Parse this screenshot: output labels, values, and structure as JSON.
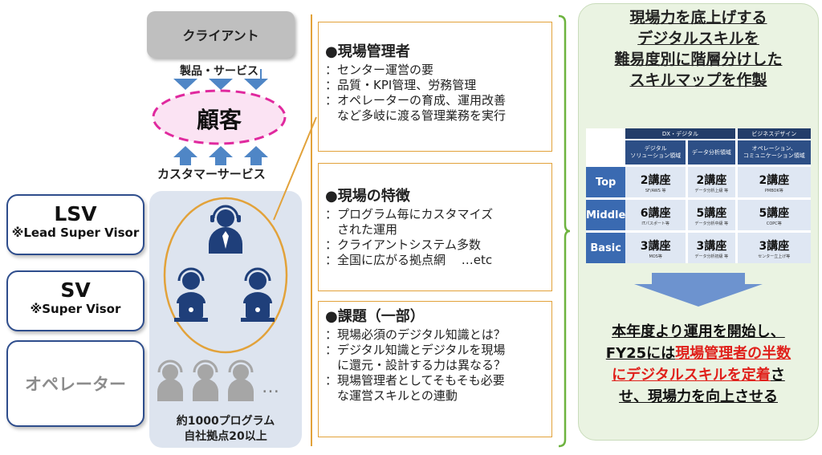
{
  "client": {
    "label": "クライアント"
  },
  "product_label": "製品・サービス",
  "customer_label": "顧客",
  "cs_label": "カスタマーサービス",
  "roles": [
    {
      "main": "LSV",
      "sub": "※Lead Super Visor"
    },
    {
      "main": "SV",
      "sub": "※Super Visor"
    },
    {
      "main": "オペレーター",
      "sub": ""
    }
  ],
  "site_ellipsis": "…",
  "site_caption": [
    "約1000プログラム",
    "自社拠点20以上"
  ],
  "panels": [
    {
      "title": "●現場管理者",
      "lines": [
        "：センター運営の要",
        "：品質・KPI管理、労務管理",
        "：オペレーターの育成、運用改善",
        "　など多岐に渡る管理業務を実行"
      ]
    },
    {
      "title": "●現場の特徴",
      "lines": [
        "：プログラム毎にカスタマイズ",
        "　された運用",
        "：クライアントシステム多数",
        "：全国に広がる拠点網　 …etc"
      ]
    },
    {
      "title": "●課題（一部）",
      "lines": [
        "：現場必須のデジタル知識とは？",
        "：デジタル知識とデジタルを現場",
        "　に還元・設計する力は異なる？",
        "：現場管理者としてそもそも必要",
        "　な運営スキルとの連動"
      ]
    }
  ],
  "right_title": [
    "現場力を底上げする",
    "デジタルスキルを",
    "難易度別に階層分けした",
    "スキルマップを作製"
  ],
  "skill_map": {
    "group_headers": [
      "DX・デジタル",
      "ビジネスデザイン"
    ],
    "columns": [
      [
        "デジタル",
        "ソリューション領域"
      ],
      [
        "データ分析領域"
      ],
      [
        "オペレーション、",
        "コミュニケーション領域"
      ]
    ],
    "rows": [
      {
        "level": "Top",
        "cells": [
          {
            "main": "2講座",
            "note": "SF/AWS 等"
          },
          {
            "main": "2講座",
            "note": "データ分析上級 等"
          },
          {
            "main": "2講座",
            "note": "PMBOK等"
          }
        ]
      },
      {
        "level": "Middle",
        "cells": [
          {
            "main": "6講座",
            "note": "ITパスポート等"
          },
          {
            "main": "5講座",
            "note": "データ分析中級 等"
          },
          {
            "main": "5講座",
            "note": "COPC等"
          }
        ]
      },
      {
        "level": "Basic",
        "cells": [
          {
            "main": "3講座",
            "note": "MOS等"
          },
          {
            "main": "3講座",
            "note": "データ分析初級 等"
          },
          {
            "main": "3講座",
            "note": "センター立上げ等"
          }
        ]
      }
    ]
  },
  "conclusion": {
    "line1": "本年度より運用を開始し、",
    "line2_a": "FY25には",
    "line2_b": "現場管理者の半数",
    "line3_a": "にデジタルスキルを定着",
    "line3_b": "さ",
    "line4": "せ、現場力を向上させる"
  },
  "colors": {
    "accent_red": "#e0201b",
    "navy": "#2e4d8c",
    "orange": "#e2a23a",
    "green": "#6db33f",
    "green_bg": "#eaf3e2",
    "magenta": "#e0299e"
  }
}
